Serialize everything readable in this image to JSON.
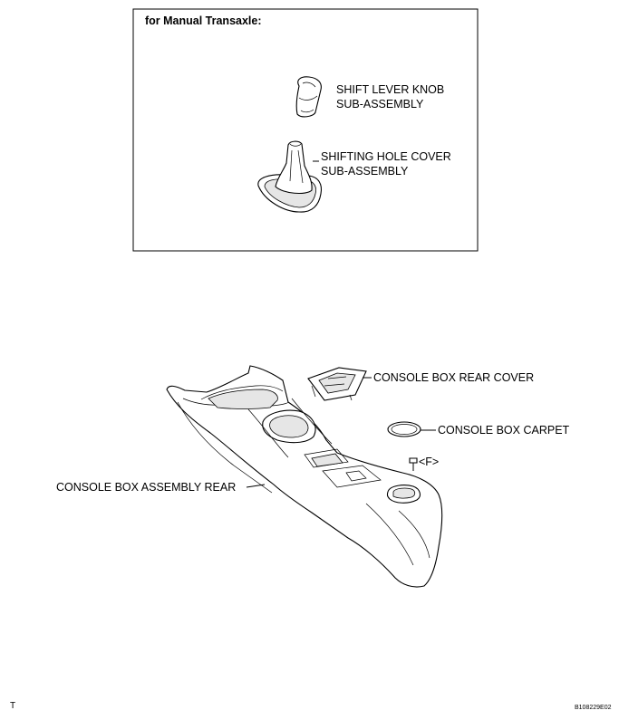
{
  "inset": {
    "title": "for Manual Transaxle:",
    "knob_label_1": "SHIFT LEVER KNOB",
    "knob_label_2": "SUB-ASSEMBLY",
    "cover_label_1": "SHIFTING HOLE COVER",
    "cover_label_2": "SUB-ASSEMBLY"
  },
  "main": {
    "rear_cover_label": "CONSOLE BOX REAR COVER",
    "carpet_label": "CONSOLE BOX CARPET",
    "clip_label": "<F>",
    "assembly_label": "CONSOLE BOX ASSEMBLY REAR"
  },
  "footer": {
    "left_mark": "T",
    "figure_id": "B108229E02"
  },
  "icons": {
    "knob": "shift-lever-knob-icon",
    "boot": "shifting-hole-cover-icon",
    "rear_cover": "console-box-rear-cover-icon",
    "carpet": "console-box-carpet-icon",
    "clip": "clip-icon",
    "console": "console-box-assembly-rear-icon"
  }
}
